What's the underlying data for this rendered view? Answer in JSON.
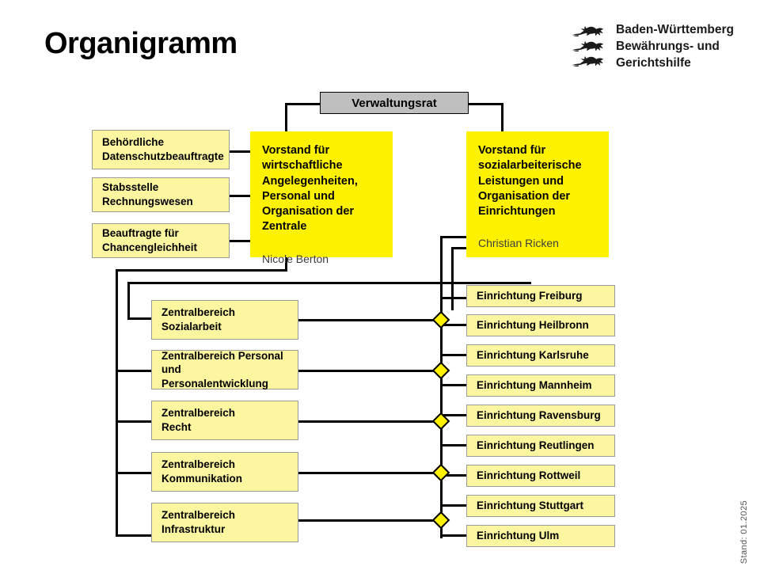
{
  "header": {
    "title": "Organigramm",
    "logo": {
      "icon": "three-lions-crest-icon",
      "line1": "Baden-Württemberg",
      "line2": "Bewährungs- und",
      "line3": "Gerichtshilfe"
    }
  },
  "colors": {
    "board_yellow": "#FFF200",
    "pale_yellow": "#FCF6A0",
    "council_gray": "#BFBFBF",
    "line_black": "#000000",
    "box_border_gray": "#9A9A9A"
  },
  "council": {
    "label": "Verwaltungsrat"
  },
  "staff_units": [
    {
      "label": "Behördliche\nDatenschutzbeauftragte"
    },
    {
      "label": "Stabsstelle\nRechnungswesen"
    },
    {
      "label": "Beauftragte für\nChancengleichheit"
    }
  ],
  "boards": [
    {
      "title": "Vorstand für wirtschaftliche Angelegenheiten, Personal und Organisation der Zentrale",
      "person": "Nicole Berton"
    },
    {
      "title": "Vorstand für sozialarbeiterische Leistungen und Organisation der Einrichtungen",
      "person": "Christian Ricken"
    }
  ],
  "central_departments": [
    {
      "label": "Zentralbereich\nSozialarbeit"
    },
    {
      "label": "Zentralbereich Personal\nund Personalentwicklung"
    },
    {
      "label": "Zentralbereich\nRecht"
    },
    {
      "label": "Zentralbereich\nKommunikation"
    },
    {
      "label": "Zentralbereich\nInfrastruktur"
    }
  ],
  "facilities": [
    {
      "label": "Einrichtung Freiburg"
    },
    {
      "label": "Einrichtung Heilbronn"
    },
    {
      "label": "Einrichtung Karlsruhe"
    },
    {
      "label": "Einrichtung Mannheim"
    },
    {
      "label": "Einrichtung Ravensburg"
    },
    {
      "label": "Einrichtung Reutlingen"
    },
    {
      "label": "Einrichtung Rottweil"
    },
    {
      "label": "Einrichtung Stuttgart"
    },
    {
      "label": "Einrichtung Ulm"
    }
  ],
  "footer": {
    "stamp": "Stand: 01.2025"
  }
}
